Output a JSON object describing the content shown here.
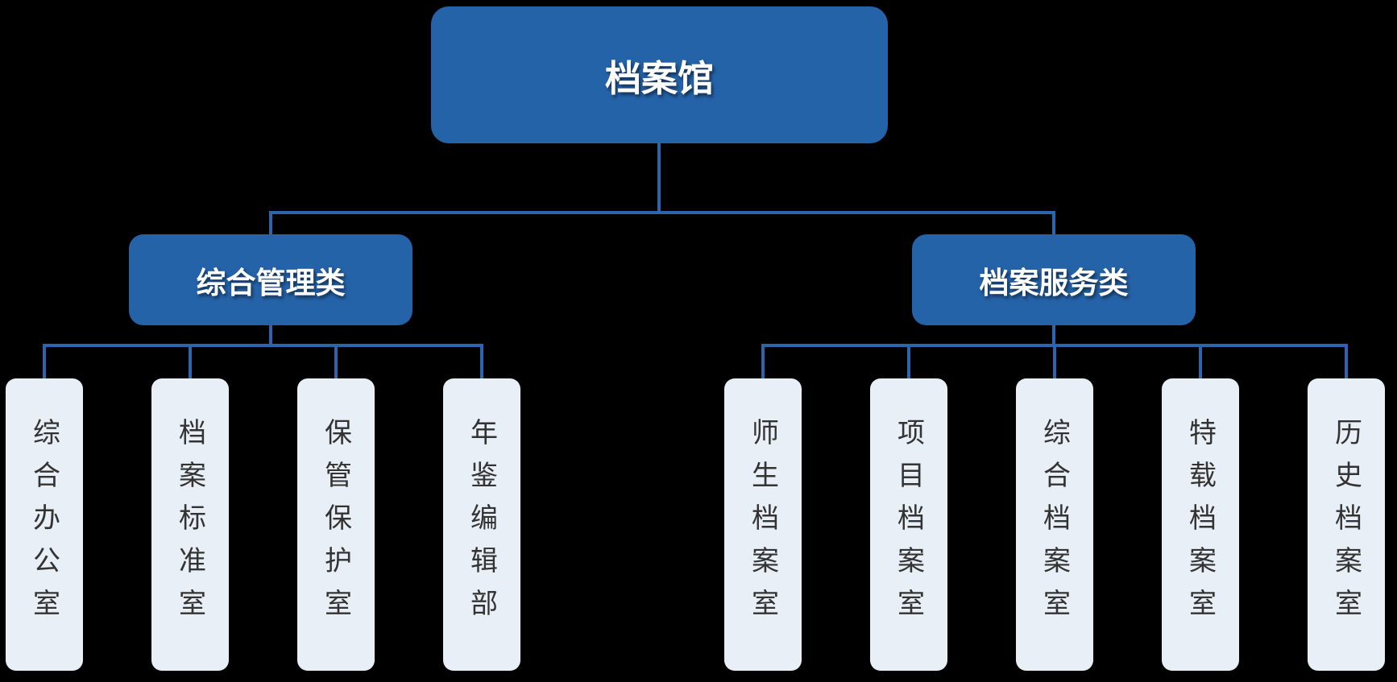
{
  "colors": {
    "accent": "#2563A9",
    "line": "#2E64AC",
    "leaf-bg": "#E9EFF6",
    "leaf-text": "#333333",
    "label-text": "#FFFFFF",
    "bg": "#000000"
  },
  "root": {
    "label": "档案馆"
  },
  "branches": [
    {
      "label": "综合管理类",
      "children": [
        "综合办公室",
        "档案标准室",
        "保管保护室",
        "年鉴编辑部"
      ]
    },
    {
      "label": "档案服务类",
      "children": [
        "师生档案室",
        "项目档案室",
        "综合档案室",
        "特载档案室",
        "历史档案室"
      ]
    }
  ]
}
